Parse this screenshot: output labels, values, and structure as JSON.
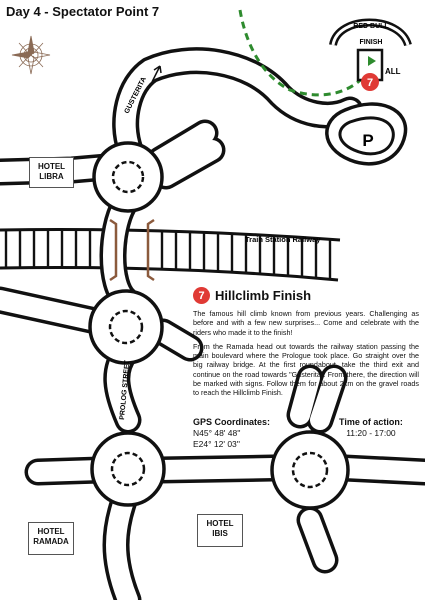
{
  "header": {
    "title": "Day 4 - Spectator Point 7"
  },
  "hotels": {
    "libra": [
      "HOTEL",
      "LIBRA"
    ],
    "ramada": [
      "HOTEL",
      "RAMADA"
    ],
    "ibis": [
      "HOTEL",
      "IBIS"
    ]
  },
  "map_labels": {
    "gusterita": "GUSTERITA",
    "railway": "Train Station Railway",
    "prolog_street": "PROLOG STREET",
    "red_bull": "RED BULL",
    "finish": "FINISH",
    "all": "ALL",
    "parking": "P",
    "spectator_number": "7"
  },
  "info": {
    "number": "7",
    "title": "Hillclimb Finish",
    "paragraph1": "The famous hill climb known from previous years. Challenging as before and with a few new surprises... Come and celebrate with the riders who made it to the finish!",
    "paragraph2": "From the Ramada head out towards the railway station passing the main boulevard where the Prologue took place. Go straight over the big railway bridge. At the first roundabout, take the third exit and continue on the road towards \"Gusterita\". From there, the direction will be marked with signs. Follow them for about 2km on the gravel roads to reach the Hillclimb Finish.",
    "gps_label": "GPS Coordinates:",
    "gps_n": "N45° 48' 48''",
    "gps_e": "E24° 12' 03''",
    "time_label": "Time of action:",
    "time_value": "11:20 - 17:00"
  },
  "colors": {
    "road_outline": "#111111",
    "accent_red": "#e03a35",
    "route_green": "#2e8b2e",
    "bridge_brown": "#8b5a3c"
  }
}
